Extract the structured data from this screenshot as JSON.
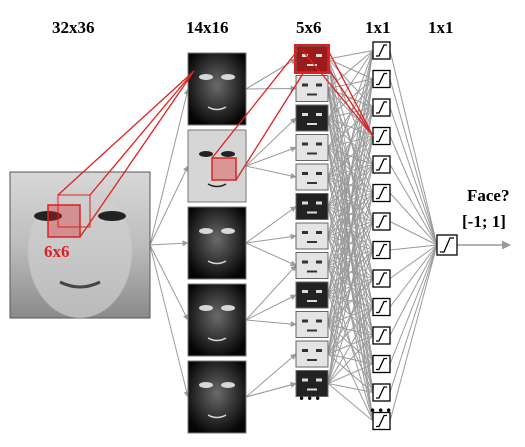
{
  "layers": {
    "input": {
      "size_label": "32x36"
    },
    "conv": {
      "size_label": "14x16"
    },
    "pool": {
      "size_label": "5x6"
    },
    "hidden": {
      "size_label": "1x1"
    },
    "output": {
      "size_label": "1x1"
    }
  },
  "kernel_label": "6x6",
  "output_text": {
    "question": "Face?",
    "range": "[-1; 1]"
  },
  "ellipsis": "•••",
  "counts": {
    "conv_maps": 5,
    "pool_maps": 12,
    "hidden_units": 14
  },
  "colors": {
    "highlight": "#e02020",
    "connection": "#9a9a9a",
    "text": "#000000"
  },
  "icons": {
    "activation": "sigmoid-activation-icon",
    "arrow": "arrow-right-icon"
  }
}
